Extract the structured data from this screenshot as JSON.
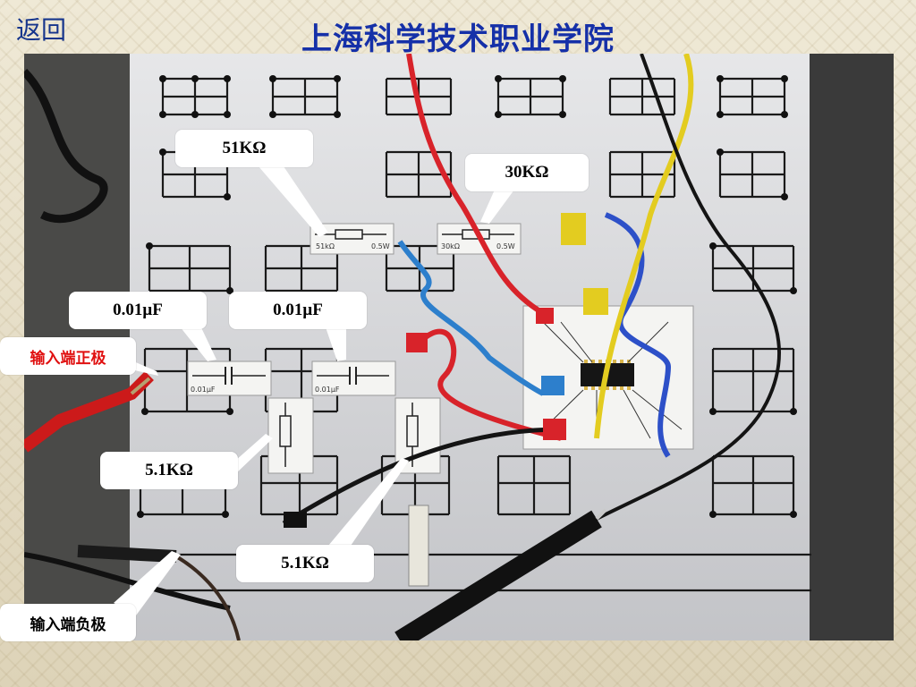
{
  "nav": {
    "back_label": "返回"
  },
  "slide": {
    "title": "上海科学技术职业学院"
  },
  "photo": {
    "alt": "电路实验板照片"
  },
  "labels": {
    "r51k": "51KΩ",
    "r30k": "30KΩ",
    "c1": "0.01μF",
    "c2": "0.01μF",
    "input_positive": "输入端正极",
    "r51_a": "5.1KΩ",
    "r51_b": "5.1KΩ",
    "input_negative": "输入端负极"
  },
  "component_marks": {
    "r51k_mark": "51kΩ",
    "r51k_power": "0.5W",
    "r30k_mark": "30kΩ",
    "r30k_power": "0.5W",
    "c1_mark": "0.01μF",
    "c2_mark": "0.01μF"
  },
  "colors": {
    "title": "#1530a8",
    "back": "#16358c",
    "positive_label": "#e01010",
    "board": "#d8d9dc",
    "frame": "#2b4ec0"
  }
}
